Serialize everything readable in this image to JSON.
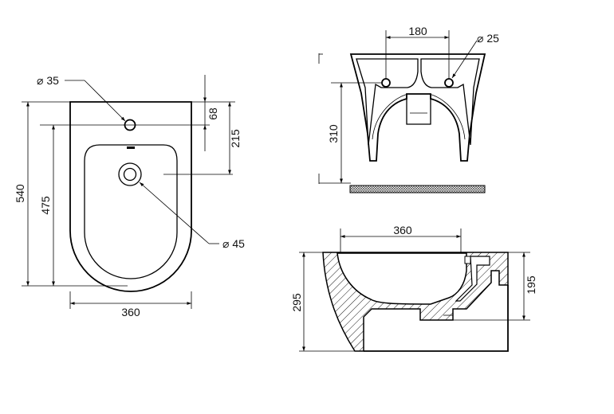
{
  "top_view": {
    "dia_tap_hole": "35",
    "dim_tap_offset": "68",
    "dim_bowl_offset": "215",
    "dim_total_length": "540",
    "dim_bowl_length": "475",
    "dim_width": "360",
    "dia_drain": "45"
  },
  "rear_view": {
    "dim_hole_spacing": "180",
    "dia_fixing_hole": "25",
    "dim_hole_height": "310"
  },
  "side_view": {
    "dim_depth": "360",
    "dim_height": "295",
    "dim_outlet_height": "195"
  }
}
